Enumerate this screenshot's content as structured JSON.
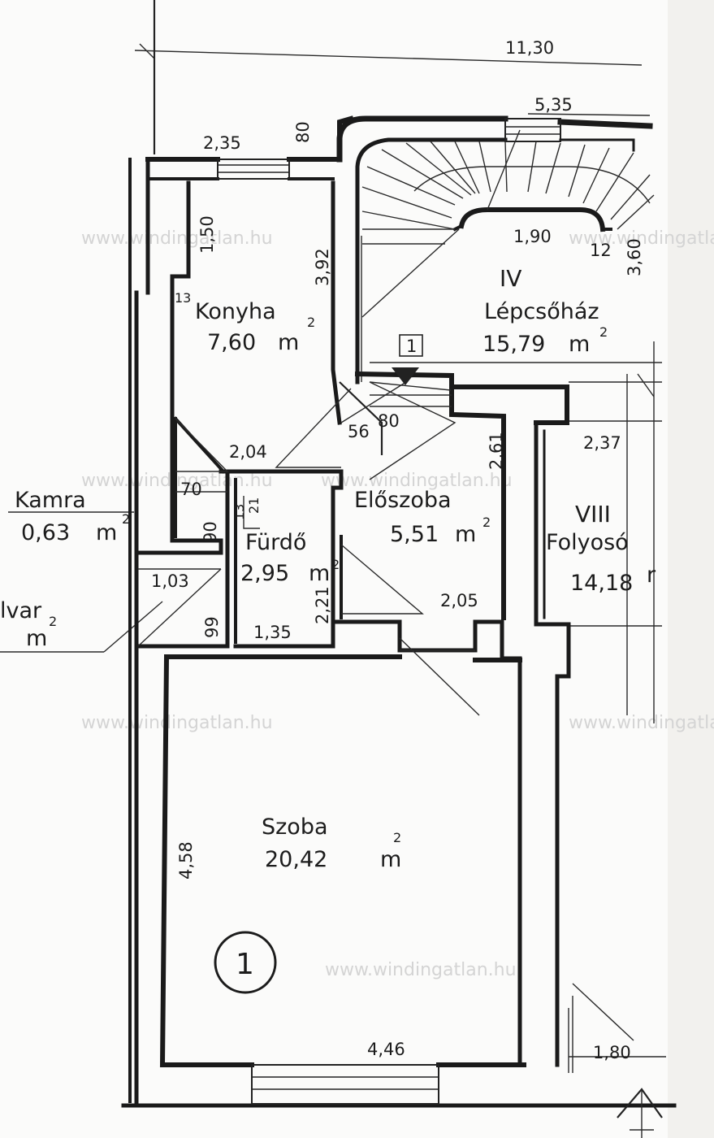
{
  "rooms": {
    "konyha": {
      "name": "Konyha",
      "area": "7,60",
      "sup": "2",
      "unit": "m",
      "number": "13"
    },
    "lepcsohaz": {
      "roman": "IV",
      "name": "Lépcsőház",
      "area": "15,79",
      "unit": "m",
      "sup": "2"
    },
    "eloszoba": {
      "name": "Előszoba",
      "area": "5,51",
      "unit": "m",
      "sup": "2"
    },
    "folyoso": {
      "roman": "VIII",
      "name": "Folyosó",
      "area": "14,18",
      "unit": "r"
    },
    "kamra": {
      "name": "Kamra",
      "area": "0,63",
      "unit": "m",
      "sup": "2"
    },
    "furdo": {
      "name": "Fürdő",
      "area": "2,95",
      "unit": "m",
      "sup": "2",
      "number": "13",
      "number2": "21"
    },
    "udvar": {
      "name": "lvar",
      "unit": "m",
      "sup": "2"
    },
    "szoba": {
      "name": "Szoba",
      "area": "20,42",
      "unit": "m",
      "sup": "2",
      "unit_number": "1"
    }
  },
  "dimensions": {
    "top": "11,30",
    "stair_width": "5,35",
    "window": "2,35",
    "wall_80": "80",
    "kitchen_h": "1,50",
    "kitchen_h2": "3,92",
    "stair_inner": "1,90",
    "stair_12": "12",
    "stair_h": "3,60",
    "door_56": "56",
    "door_80": "80",
    "hall_w": "2,04",
    "hall_h": "2,61",
    "corr_w": "2,37",
    "kamra_70": "70",
    "kamra_90": "90",
    "w103": "1,03",
    "bath_99": "99",
    "bath_135": "1,35",
    "bath_221": "2,21",
    "w205": "2,05",
    "room_h": "4,58",
    "room_w": "4,46",
    "w180": "1,80",
    "stair_marker": "1"
  },
  "watermark": "www.windingatlan.hu"
}
